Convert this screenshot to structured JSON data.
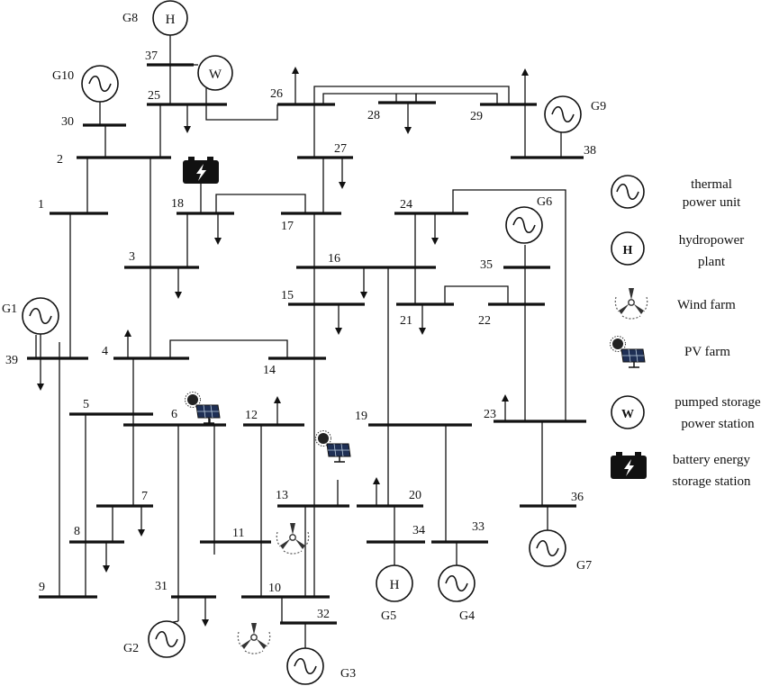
{
  "buses": [
    {
      "id": "1",
      "label": "1"
    },
    {
      "id": "2",
      "label": "2"
    },
    {
      "id": "3",
      "label": "3"
    },
    {
      "id": "4",
      "label": "4"
    },
    {
      "id": "5",
      "label": "5"
    },
    {
      "id": "6",
      "label": "6"
    },
    {
      "id": "7",
      "label": "7"
    },
    {
      "id": "8",
      "label": "8"
    },
    {
      "id": "9",
      "label": "9"
    },
    {
      "id": "10",
      "label": "10"
    },
    {
      "id": "11",
      "label": "11"
    },
    {
      "id": "12",
      "label": "12"
    },
    {
      "id": "13",
      "label": "13"
    },
    {
      "id": "14",
      "label": "14"
    },
    {
      "id": "15",
      "label": "15"
    },
    {
      "id": "16",
      "label": "16"
    },
    {
      "id": "17",
      "label": "17"
    },
    {
      "id": "18",
      "label": "18"
    },
    {
      "id": "19",
      "label": "19"
    },
    {
      "id": "20",
      "label": "20"
    },
    {
      "id": "21",
      "label": "21"
    },
    {
      "id": "22",
      "label": "22"
    },
    {
      "id": "23",
      "label": "23"
    },
    {
      "id": "24",
      "label": "24"
    },
    {
      "id": "25",
      "label": "25"
    },
    {
      "id": "26",
      "label": "26"
    },
    {
      "id": "27",
      "label": "27"
    },
    {
      "id": "28",
      "label": "28"
    },
    {
      "id": "29",
      "label": "29"
    },
    {
      "id": "30",
      "label": "30"
    },
    {
      "id": "31",
      "label": "31"
    },
    {
      "id": "32",
      "label": "32"
    },
    {
      "id": "33",
      "label": "33"
    },
    {
      "id": "34",
      "label": "34"
    },
    {
      "id": "35",
      "label": "35"
    },
    {
      "id": "36",
      "label": "36"
    },
    {
      "id": "37",
      "label": "37"
    },
    {
      "id": "38",
      "label": "38"
    },
    {
      "id": "39",
      "label": "39"
    }
  ],
  "generators": [
    {
      "id": "G1",
      "label": "G1",
      "type": "thermal",
      "bus": "39"
    },
    {
      "id": "G2",
      "label": "G2",
      "type": "thermal",
      "bus": "31"
    },
    {
      "id": "G3",
      "label": "G3",
      "type": "thermal",
      "bus": "32"
    },
    {
      "id": "G4",
      "label": "G4",
      "type": "thermal",
      "bus": "33"
    },
    {
      "id": "G5",
      "label": "G5",
      "type": "hydro",
      "bus": "34"
    },
    {
      "id": "G6",
      "label": "G6",
      "type": "thermal",
      "bus": "35"
    },
    {
      "id": "G7",
      "label": "G7",
      "type": "thermal",
      "bus": "36"
    },
    {
      "id": "G8",
      "label": "G8",
      "type": "hydro",
      "bus": "37"
    },
    {
      "id": "G9",
      "label": "G9",
      "type": "thermal",
      "bus": "38"
    },
    {
      "id": "G10",
      "label": "G10",
      "type": "thermal",
      "bus": "30"
    }
  ],
  "symbols": {
    "hydro_letter": "H",
    "pumped_storage_letter": "W"
  },
  "legend": [
    {
      "symbol": "thermal",
      "icon": "sine-wave-icon",
      "line1": "thermal",
      "line2": "power unit"
    },
    {
      "symbol": "hydro",
      "icon": "hydro-h-icon",
      "line1": "hydropower",
      "line2": "plant"
    },
    {
      "symbol": "wind",
      "icon": "wind-turbine-icon",
      "line1": "Wind farm",
      "line2": ""
    },
    {
      "symbol": "pv",
      "icon": "solar-panel-icon",
      "line1": "PV farm",
      "line2": ""
    },
    {
      "symbol": "pumped",
      "icon": "pumped-storage-w-icon",
      "line1": "pumped storage",
      "line2": "power station"
    },
    {
      "symbol": "battery",
      "icon": "battery-icon",
      "line1": "battery energy",
      "line2": "storage station"
    }
  ],
  "colors": {
    "line": "#111111",
    "background": "#ffffff"
  }
}
